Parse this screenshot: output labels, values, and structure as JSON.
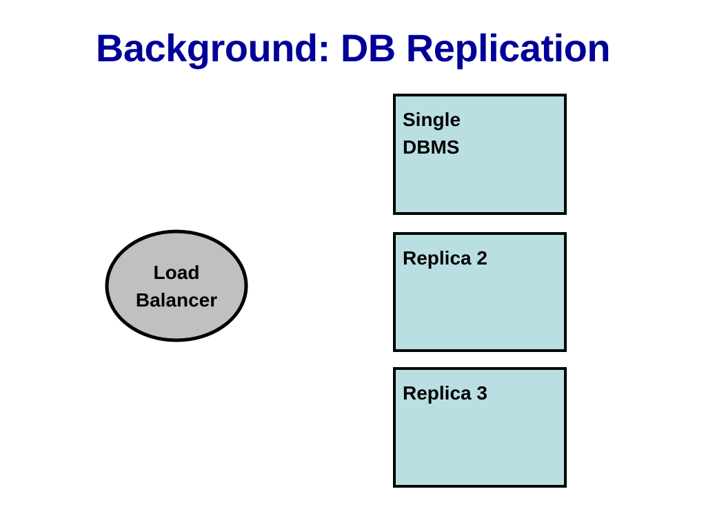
{
  "slide": {
    "title": "Background: DB Replication",
    "title_color": "#000099"
  },
  "diagram": {
    "load_balancer": {
      "label": "Load\nBalancer",
      "fill": "#C0C0C0",
      "stroke": "#000000"
    },
    "databases": [
      {
        "label": "Single\nDBMS",
        "fill": "#BADFE3"
      },
      {
        "label": "Replica 2",
        "fill": "#BADFE3"
      },
      {
        "label": "Replica 3",
        "fill": "#BADFE3"
      }
    ]
  }
}
